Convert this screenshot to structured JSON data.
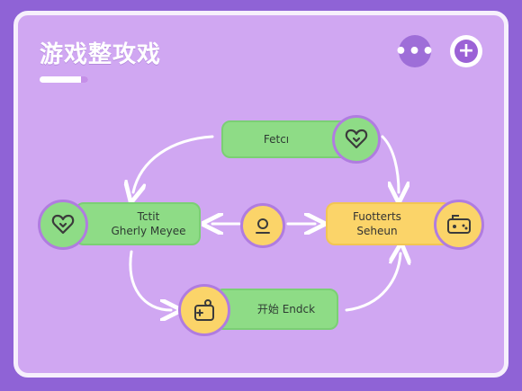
{
  "header": {
    "title": "游戏整攻戏",
    "more_icon": "more-dots-icon",
    "add_icon": "plus-circle-icon",
    "more_glyph": "•••",
    "add_glyph": "+"
  },
  "nodes": {
    "top": {
      "label": "Fetcı",
      "icon": "heart-chat-icon"
    },
    "left": {
      "line1": "Tctit",
      "line2": "Gherly Meyee",
      "icon": "heart-chat-icon"
    },
    "center": {
      "icon": "person-icon"
    },
    "right": {
      "line1": "Fuotterts",
      "line2": "Seheun",
      "icon": "gamepad-icon"
    },
    "bottom": {
      "label": "开始 Endck",
      "icon": "game-controller-icon"
    }
  },
  "colors": {
    "background": "#8f63d6",
    "panel": "#d0a7f2",
    "green": "#8edc86",
    "yellow": "#fbd469",
    "accent": "#9b62d6"
  }
}
